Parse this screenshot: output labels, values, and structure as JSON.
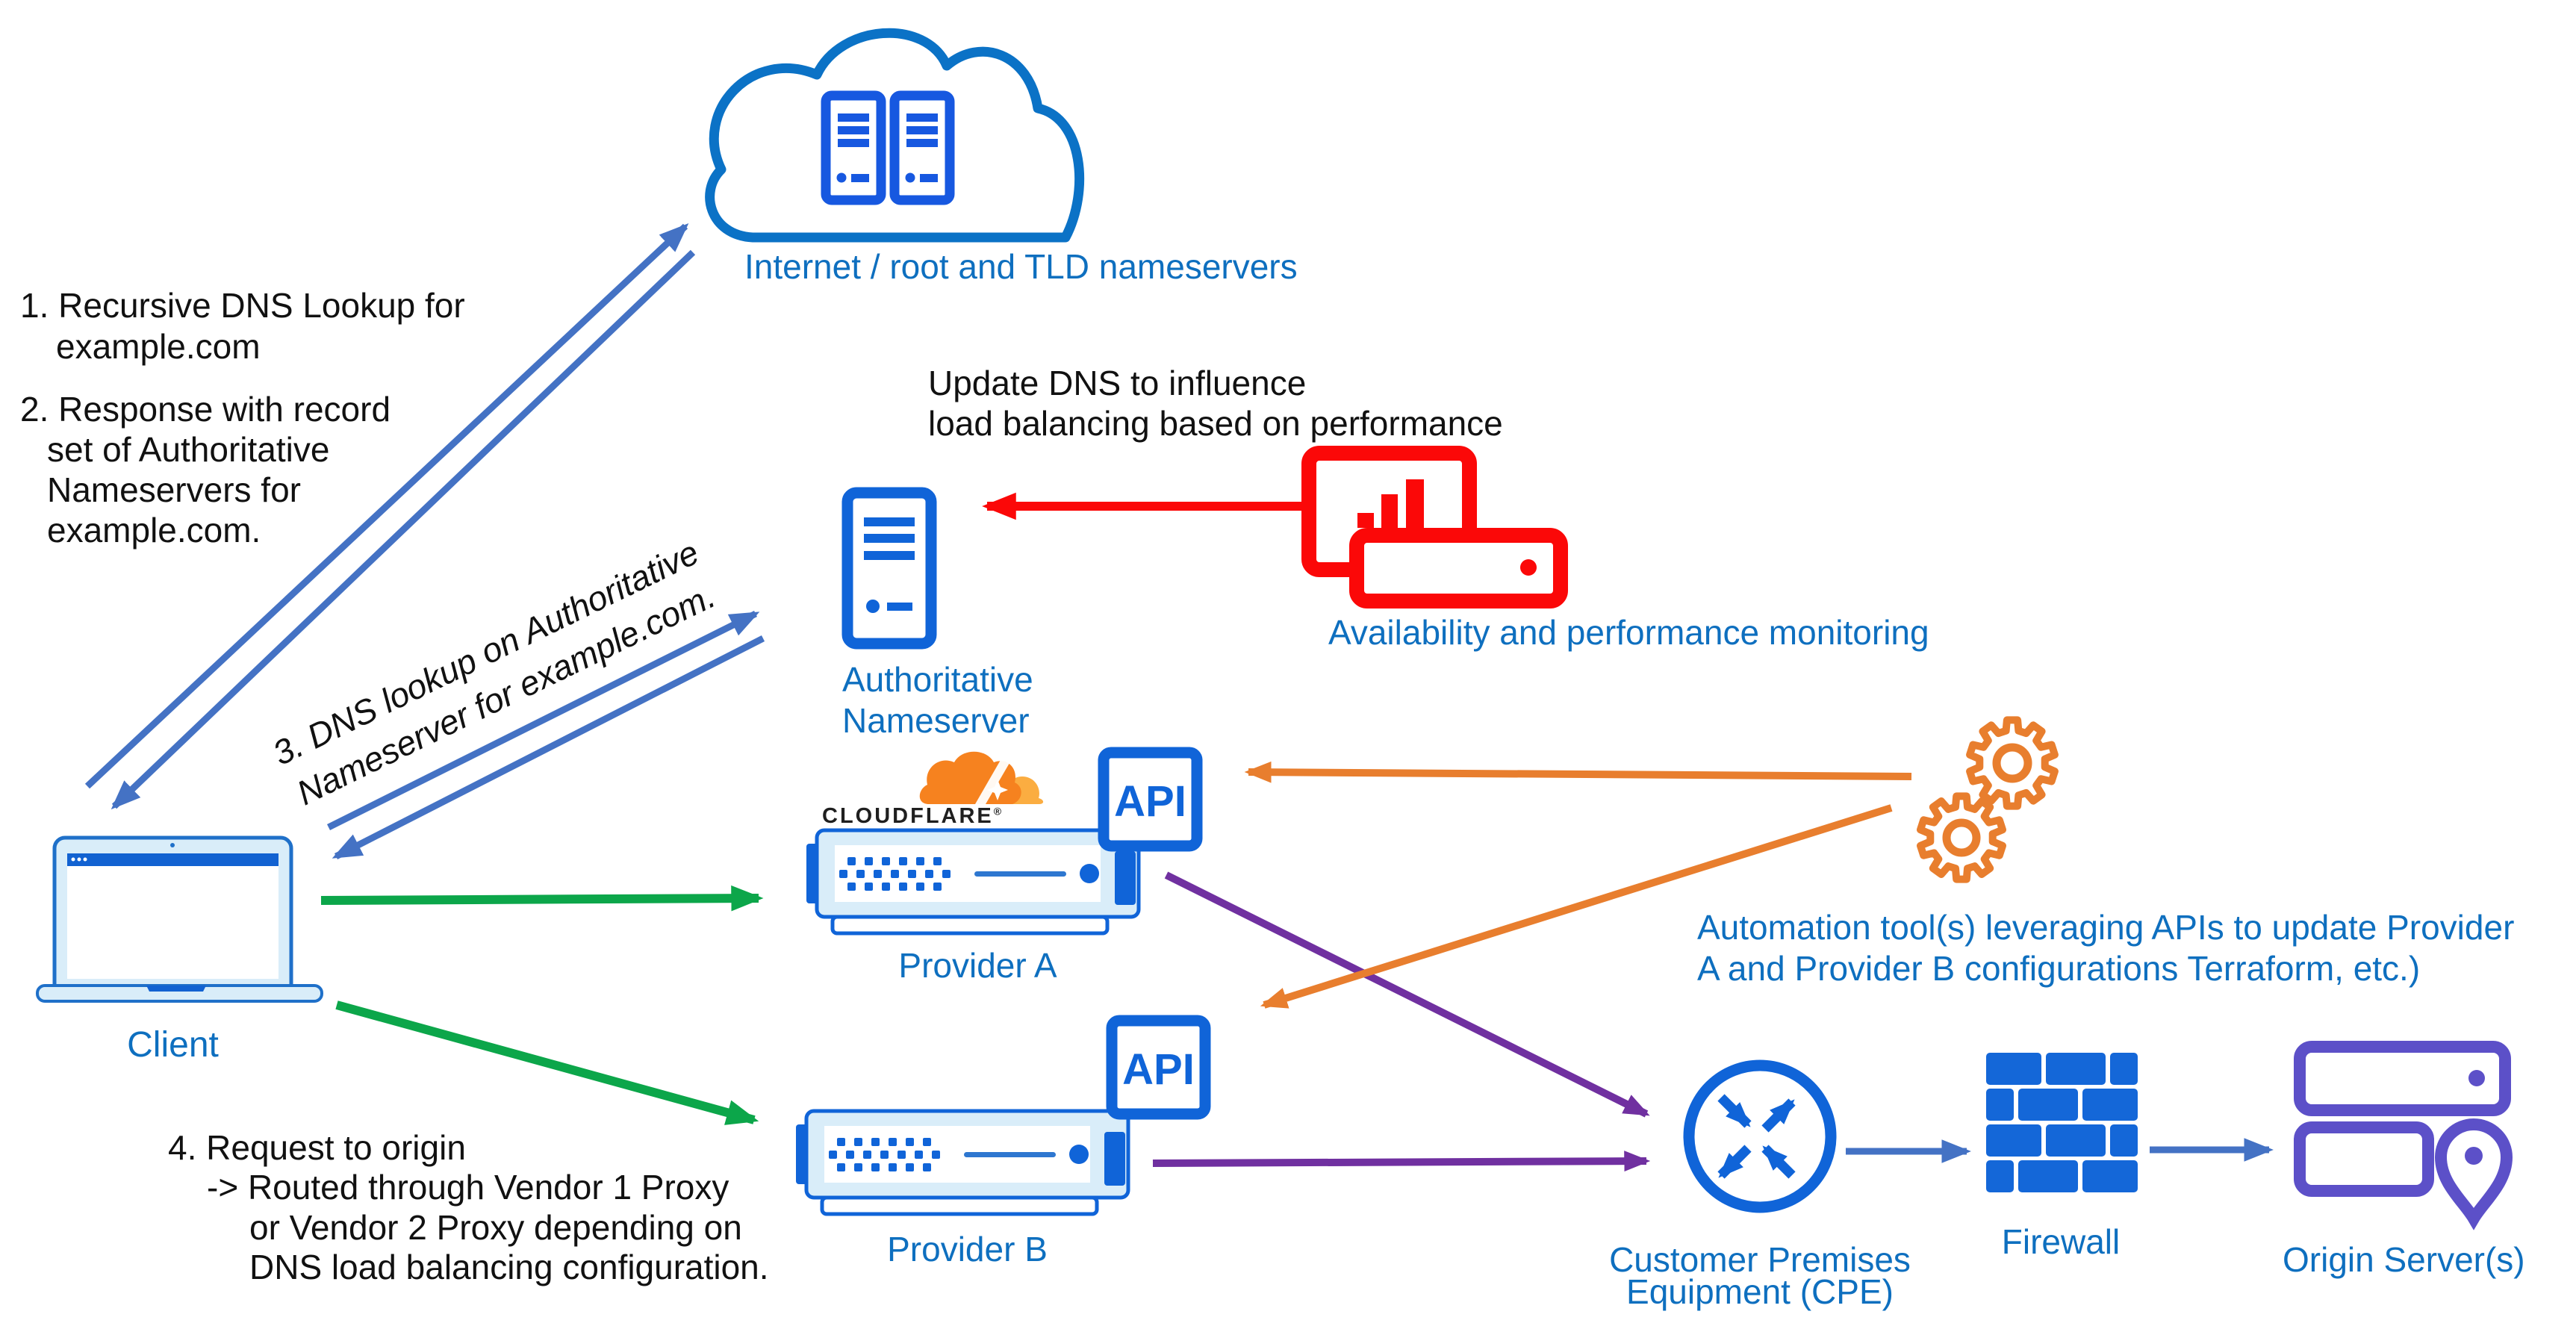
{
  "labels": {
    "internet": "Internet / root and TLD nameservers",
    "authoritative_line1": "Authoritative",
    "authoritative_line2": "Nameserver",
    "monitoring": "Availability and performance monitoring",
    "client": "Client",
    "provider_a": "Provider A",
    "provider_b": "Provider B",
    "api_a": "API",
    "api_b": "API",
    "cloudflare": "CLOUDFLARE",
    "cloudflare_reg": "®",
    "cpe_line1": "Customer Premises",
    "cpe_line2": "Equipment (CPE)",
    "firewall": "Firewall",
    "origin": "Origin Server(s)"
  },
  "notes": {
    "step1_line1": "1. Recursive DNS Lookup for",
    "step1_line2": "example.com",
    "step2_line1": "2. Response with record",
    "step2_line2": "set of Authoritative",
    "step2_line3": "Nameservers for",
    "step2_line4": "example.com.",
    "step3_line1": "3. DNS lookup on Authoritative",
    "step3_line2": "Nameserver for example.com.",
    "step4_line1": "4. Request to origin",
    "step4_line2": "-> Routed through Vendor 1 Proxy",
    "step4_line3": "or Vendor 2 Proxy depending on",
    "step4_line4": "DNS load balancing configuration.",
    "update_dns_line1": "Update DNS to influence",
    "update_dns_line2": "load balancing based on performance",
    "automation_line1": "Automation tool(s)  leveraging APIs to update Provider",
    "automation_line2": "A and Provider B configurations Terraform, etc.)"
  },
  "colors": {
    "icon_blue": "#1064D8",
    "cloud_outline": "#0B72C6",
    "rack_blue": "#1758E0",
    "label_blue": "#0E6FBF",
    "arrow_blue": "#4472C4",
    "red": "#FB0808",
    "green": "#0CA64A",
    "orange": "#E87E2E",
    "purple": "#7030A0",
    "origin_purple": "#5C50C8",
    "laptop_fill": "#D9EDF9",
    "cloudflare_orange": "#F6821F",
    "cloudflare_light": "#FBAD41"
  }
}
